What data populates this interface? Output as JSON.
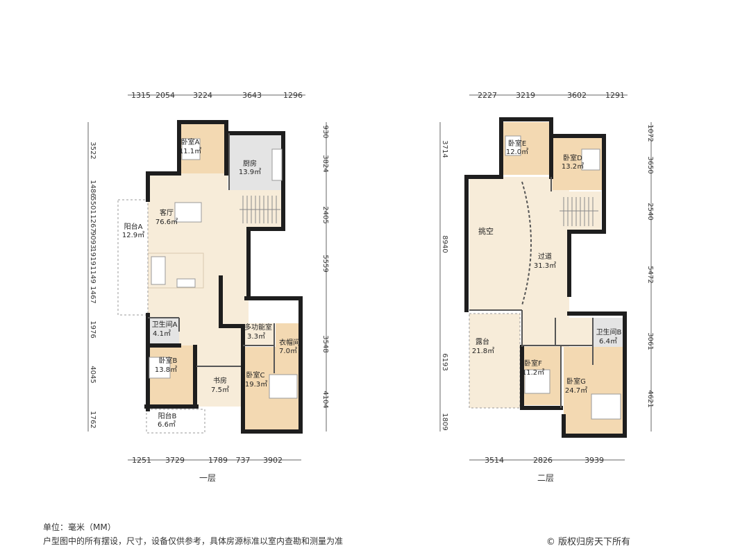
{
  "floors": [
    {
      "label": "一层",
      "dims_top": [
        "1315",
        "2054",
        "3224",
        "3643",
        "1296"
      ],
      "dims_bottom": [
        "1251",
        "3729",
        "1789",
        "737",
        "3902"
      ],
      "dims_left": [
        "3522",
        "1486",
        "5501",
        "1267",
        "9093",
        "1919",
        "1149",
        "1467",
        "1976",
        "4045",
        "1762"
      ],
      "dims_right": [
        "930",
        "3824",
        "2405",
        "5559",
        "3548",
        "4104"
      ],
      "rooms": [
        {
          "name": "卧室A",
          "area": "11.1㎡"
        },
        {
          "name": "厨房",
          "area": "13.9㎡"
        },
        {
          "name": "客厅",
          "area": "76.6㎡"
        },
        {
          "name": "阳台A",
          "area": "12.9㎡"
        },
        {
          "name": "卫生间A",
          "area": "4.1㎡"
        },
        {
          "name": "多功能室",
          "area": "3.3㎡"
        },
        {
          "name": "衣帽间",
          "area": "7.0㎡"
        },
        {
          "name": "卧室B",
          "area": "13.8㎡"
        },
        {
          "name": "书房",
          "area": "7.5㎡"
        },
        {
          "name": "卧室C",
          "area": "19.3㎡"
        },
        {
          "name": "阳台B",
          "area": "6.6㎡"
        }
      ]
    },
    {
      "label": "二层",
      "dims_top": [
        "2227",
        "3219",
        "3602",
        "1291"
      ],
      "dims_bottom": [
        "3514",
        "2826",
        "3939"
      ],
      "dims_left": [
        "3714",
        "8940",
        "6193",
        "1809"
      ],
      "dims_right": [
        "1072",
        "3650",
        "2540",
        "5472",
        "3061",
        "4621"
      ],
      "rooms": [
        {
          "name": "卧室E",
          "area": "12.0㎡"
        },
        {
          "name": "卧室D",
          "area": "13.2㎡"
        },
        {
          "name": "挑空",
          "area": ""
        },
        {
          "name": "过道",
          "area": "31.3㎡"
        },
        {
          "name": "露台",
          "area": "21.8㎡"
        },
        {
          "name": "卫生间B",
          "area": "6.4㎡"
        },
        {
          "name": "卧室F",
          "area": "11.2㎡"
        },
        {
          "name": "卧室G",
          "area": "24.7㎡"
        }
      ]
    }
  ],
  "footer": {
    "unit": "单位：毫米（MM）",
    "disclaimer": "户型图中的所有摆设，尺寸，设备仅供参考，具体房源标准以室内查勘和测量为准",
    "copyright": "© 版权归房天下所有"
  },
  "colors": {
    "wall": "#1e1e1e",
    "living": "#f7ecd9",
    "bedroom": "#f3d9b2",
    "kitchen_bath": "#e4e4e4",
    "balcony": "#ffffff",
    "dim_line": "#666666"
  }
}
